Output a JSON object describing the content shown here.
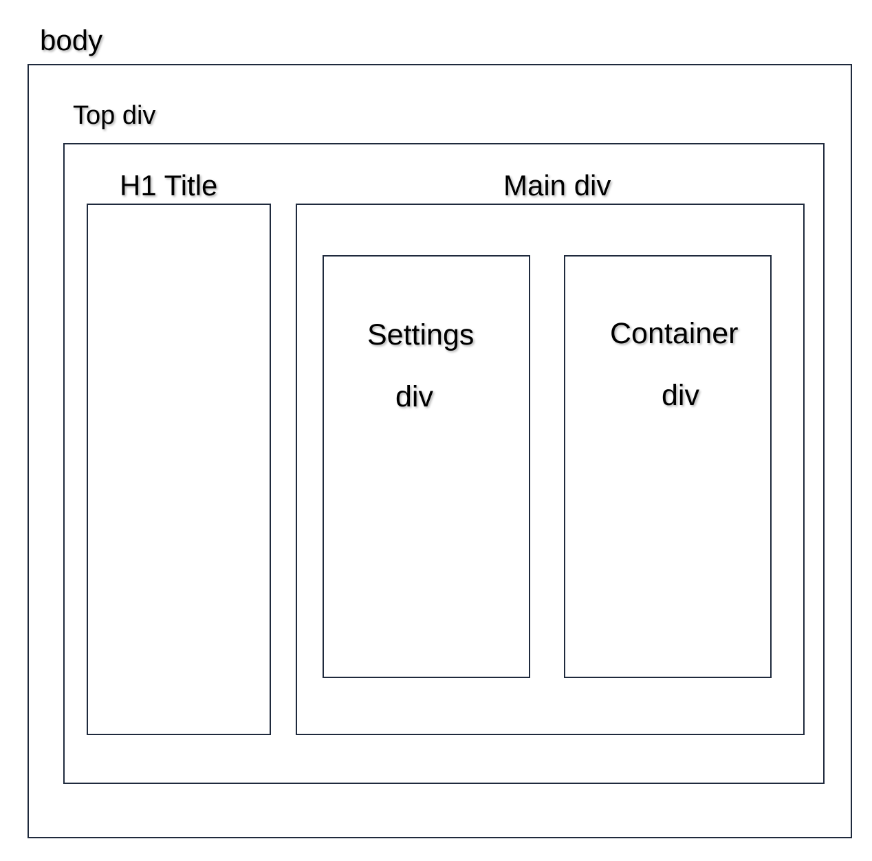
{
  "labels": {
    "body": "body",
    "top_div": "Top div",
    "h1_title": "H1 Title",
    "main_div": "Main div",
    "settings_div": {
      "line1": "Settings",
      "line2": "div"
    },
    "container_div": {
      "line1": "Container",
      "line2": "div"
    }
  },
  "colors": {
    "border": "#1f2a3d",
    "text": "#000000",
    "background": "#ffffff"
  }
}
